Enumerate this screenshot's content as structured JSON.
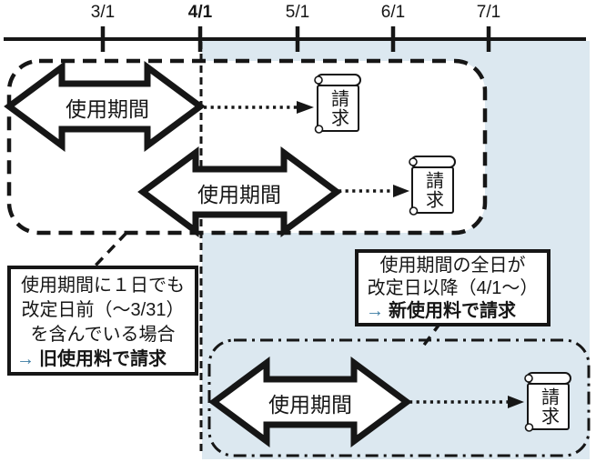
{
  "colors": {
    "background": "#ffffff",
    "highlight_region": "#dce8f0",
    "line": "#161616",
    "accent": "#3c7ca3"
  },
  "timeline": {
    "ticks": [
      {
        "label": "3/1",
        "emphasized": false
      },
      {
        "label": "4/1",
        "emphasized": true
      },
      {
        "label": "5/1",
        "emphasized": false
      },
      {
        "label": "6/1",
        "emphasized": false
      },
      {
        "label": "7/1",
        "emphasized": false
      }
    ]
  },
  "period_arrows": [
    {
      "label": "使用期間"
    },
    {
      "label": "使用期間"
    },
    {
      "label": "使用期間"
    }
  ],
  "invoices": [
    {
      "label": "請求"
    },
    {
      "label": "請求"
    },
    {
      "label": "請求"
    }
  ],
  "callouts": {
    "old_rate": {
      "lines": [
        "使用期間に１日でも",
        "改定日前（～3/31）",
        "を含んでいる場合"
      ],
      "arrow_glyph": "→",
      "conclusion": "旧使用料で請求"
    },
    "new_rate": {
      "lines": [
        "使用期間の全日が",
        "改定日以降（4/1～）"
      ],
      "arrow_glyph": "→",
      "conclusion": "新使用料で請求"
    }
  }
}
